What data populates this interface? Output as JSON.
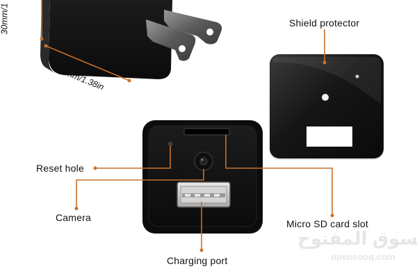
{
  "dimensions": {
    "height": "30mm/1",
    "width": "35mm/1.38in"
  },
  "labels": {
    "shield_protector": "Shield protector",
    "reset_hole": "Reset hole",
    "camera": "Camera",
    "micro_sd": "Micro SD card slot",
    "charging_port": "Charging port"
  },
  "watermark": {
    "arabic": "السوق المفتوح",
    "latin": "opensooq.com"
  },
  "colors": {
    "callout": "#c8702a",
    "device": "#111111",
    "label_text": "#111111"
  }
}
